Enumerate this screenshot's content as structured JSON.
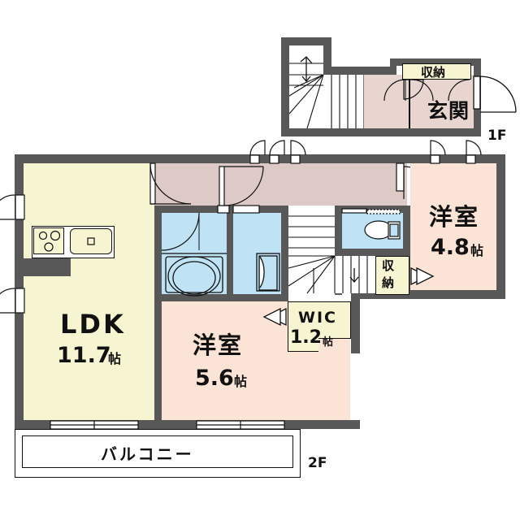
{
  "floorplan": {
    "title": "2LDK Japanese apartment floor plan",
    "floors": [
      {
        "id": "first",
        "label": "1F"
      },
      {
        "id": "second",
        "label": "2F"
      }
    ],
    "colors": {
      "wall": "#585858",
      "outline": "#111111",
      "ldk": "#f7f4d2",
      "bedroom": "#fbe3d5",
      "hall": "#ddc9c5",
      "water": "#bfe3f5",
      "storage": "#f7f4d2",
      "white": "#ffffff"
    },
    "first_floor": {
      "floor_label": "1F",
      "rooms": [
        {
          "name": "genkan",
          "label": "玄関",
          "fill": "#e8d5d0"
        },
        {
          "name": "storage-1f",
          "label": "収納",
          "fill": "#f7f4d2"
        },
        {
          "name": "stairs-1f",
          "label": "",
          "fill": "#ffffff"
        }
      ]
    },
    "second_floor": {
      "floor_label": "2F",
      "rooms": [
        {
          "name": "ldk",
          "label": "LDK",
          "area": "11.7",
          "unit": "帖",
          "fill": "#f7f4d2"
        },
        {
          "name": "bedroom-south",
          "label": "洋室",
          "area": "5.6",
          "unit": "帖",
          "fill": "#fbe3d5"
        },
        {
          "name": "bedroom-east",
          "label": "洋室",
          "area": "4.8",
          "unit": "帖",
          "fill": "#fbe3d5"
        },
        {
          "name": "wic",
          "label": "WIC",
          "area": "1.2",
          "unit": "帖",
          "fill": "#f7f4d2"
        },
        {
          "name": "storage-2f",
          "label": "収納",
          "fill": "#f7f4d2"
        },
        {
          "name": "bathroom",
          "label": "",
          "fill": "#bfe3f5"
        },
        {
          "name": "washroom",
          "label": "",
          "fill": "#bfe3f5"
        },
        {
          "name": "toilet",
          "label": "",
          "fill": "#bfe3f5"
        },
        {
          "name": "hallway",
          "label": "",
          "fill": "#ddc9c5"
        },
        {
          "name": "balcony",
          "label": "バルコニー",
          "fill": "#ffffff"
        }
      ]
    },
    "fixtures": [
      {
        "name": "stove-icon"
      },
      {
        "name": "kitchen-sink-icon"
      },
      {
        "name": "bathtub-icon"
      },
      {
        "name": "toilet-icon"
      },
      {
        "name": "washbasin-icon"
      }
    ]
  }
}
